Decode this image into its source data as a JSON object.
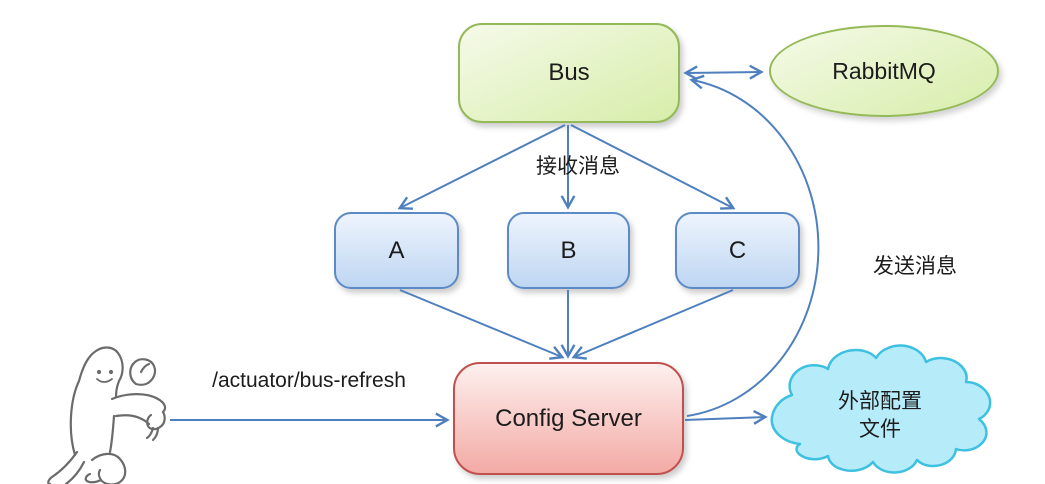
{
  "title": "Spring Cloud Bus refresh diagram",
  "nodes": {
    "bus": {
      "label": "Bus"
    },
    "rabbitmq": {
      "label": "RabbitMQ"
    },
    "service_a": {
      "label": "A"
    },
    "service_b": {
      "label": "B"
    },
    "service_c": {
      "label": "C"
    },
    "config_server": {
      "label": "Config Server"
    },
    "external_config": {
      "lines": [
        "外部配置",
        "文件"
      ]
    }
  },
  "edge_labels": {
    "receive_message": "接收消息",
    "send_message": "发送消息",
    "bus_refresh": "/actuator/bus-refresh"
  },
  "icons": {
    "person": "hand-drawn-person-pushing",
    "cloud": "cloud-shape"
  },
  "colors": {
    "arrow": "#4e80bf",
    "green_border": "#94b958",
    "green_fill_top": "#f5fae9",
    "green_fill_bottom": "#d7eda9",
    "blue_border": "#5b8ac6",
    "blue_fill_top": "#eef4fd",
    "blue_fill_bottom": "#bed6f2",
    "red_border": "#c0504d",
    "red_fill_top": "#fdf0ee",
    "red_fill_bottom": "#f3aaa5",
    "cloud_border": "#3ec0e0",
    "cloud_fill": "#b6ecfa",
    "sketch": "#6b6b6b",
    "text": "#1c1c1c",
    "background": "#ffffff"
  }
}
